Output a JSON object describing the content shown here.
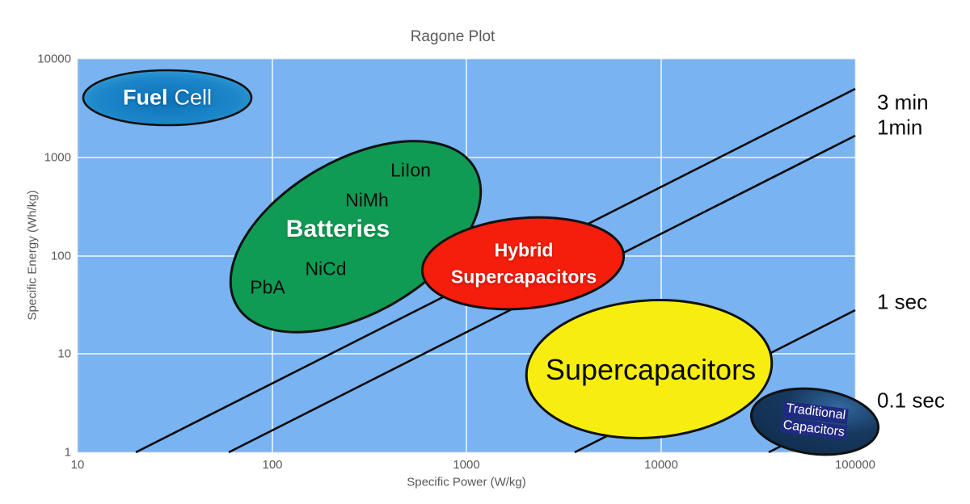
{
  "title": "Ragone Plot",
  "colors": {
    "page_background": "#ffffff",
    "plot_background": "#79b3f1",
    "gridline": "rgba(255,255,255,0.68)",
    "line": "#0a0a0a",
    "ellipse_border": "#111111",
    "title_text": "#595959",
    "axis_text": "#595959",
    "traditional_text_box": "#202a80"
  },
  "chart_data": {
    "type": "scatter",
    "title": "Ragone Plot",
    "xlabel": "Specific Power (W/kg)",
    "ylabel": "Specific Energy (Wh/kg)",
    "x_scale": "log",
    "y_scale": "log",
    "xlim": [
      10,
      100000
    ],
    "ylim": [
      1,
      10000
    ],
    "x_ticks": [
      "10",
      "100",
      "1000",
      "10000",
      "100000"
    ],
    "y_ticks": [
      "10000",
      "1000",
      "100",
      "10",
      "1"
    ],
    "grid": true,
    "legend_position": "none",
    "regions": [
      {
        "label": "Fuel Cell",
        "label_parts": {
          "bold": "Fuel",
          "regular": "Cell"
        },
        "color": "#1a86c8",
        "text_color": "#ffffff",
        "power_range_w_per_kg": [
          11,
          79
        ],
        "energy_range_wh_per_kg": [
          2100,
          7700
        ]
      },
      {
        "label": "Batteries",
        "color": "#0f9b53",
        "text_color": "#ffffff",
        "power_range_w_per_kg": [
          61,
          1200
        ],
        "energy_range_wh_per_kg": [
          17,
          1450
        ],
        "sub_labels": [
          "LiIon",
          "NiMh",
          "NiCd",
          "PbA"
        ]
      },
      {
        "label": "Hybrid Supercapacitors",
        "label_lines": [
          "Hybrid",
          "Supercapacitors"
        ],
        "color": "#f51d0b",
        "text_color": "#ffffff",
        "power_range_w_per_kg": [
          600,
          6500
        ],
        "energy_range_wh_per_kg": [
          29,
          240
        ]
      },
      {
        "label": "Supercapacitors",
        "color": "#f7ee10",
        "text_color": "#090909",
        "power_range_w_per_kg": [
          2000,
          37700
        ],
        "energy_range_wh_per_kg": [
          1.4,
          35
        ]
      },
      {
        "label": "Traditional Capacitors",
        "label_lines": [
          "Traditional",
          "Capacitors"
        ],
        "color": "#16395f",
        "text_color": "#ffffff",
        "power_range_w_per_kg": [
          29000,
          130000
        ],
        "energy_range_wh_per_kg": [
          1,
          4.3
        ]
      }
    ],
    "time_lines": [
      {
        "label": "3 min",
        "time_seconds": 180
      },
      {
        "label": "1min",
        "time_seconds": 60
      },
      {
        "label": "1 sec",
        "time_seconds": 1
      },
      {
        "label": "0.1 sec",
        "time_seconds": 0.1
      }
    ]
  }
}
